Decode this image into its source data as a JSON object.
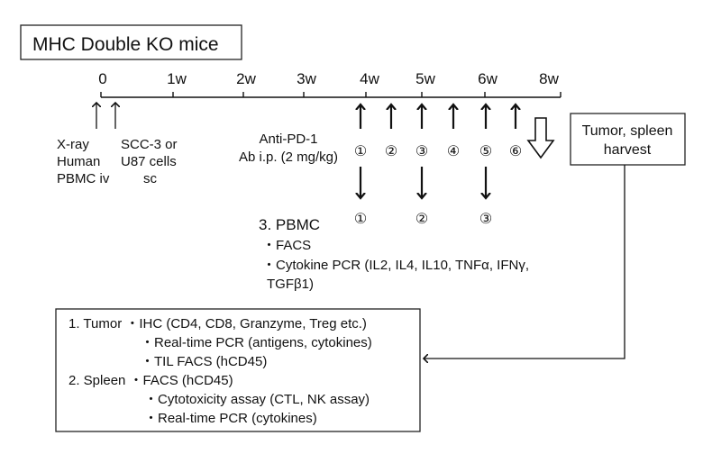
{
  "title": "MHC Double KO mice",
  "timeline": {
    "ticks": [
      "0",
      "1w",
      "2w",
      "3w",
      "4w",
      "5w",
      "6w",
      "8w"
    ]
  },
  "events": {
    "xray": [
      "X-ray",
      "Human",
      "PBMC iv"
    ],
    "cells": [
      "SCC-3 or",
      "U87 cells",
      "sc"
    ],
    "antibody": [
      "Anti-PD-1",
      "Ab i.p. (2 mg/kg)"
    ]
  },
  "dose_markers": [
    "①",
    "②",
    "③",
    "④",
    "⑤",
    "⑥"
  ],
  "pbmc_markers": [
    "①",
    "②",
    "③"
  ],
  "harvest": [
    "Tumor, spleen",
    "harvest"
  ],
  "pbmc": {
    "heading": "3. PBMC",
    "items": [
      "・FACS",
      "・Cytokine PCR (IL2, IL4, IL10, TNFα, IFNγ,",
      "TGFβ1)"
    ]
  },
  "analysis": {
    "lines": [
      "1. Tumor  ・IHC (CD4, CD8, Granzyme, Treg etc.)",
      "・Real-time PCR (antigens, cytokines)",
      "・TIL FACS (hCD45)",
      "2. Spleen  ・FACS (hCD45)",
      "・Cytotoxicity assay (CTL, NK assay)",
      "・Real-time PCR (cytokines)"
    ]
  }
}
